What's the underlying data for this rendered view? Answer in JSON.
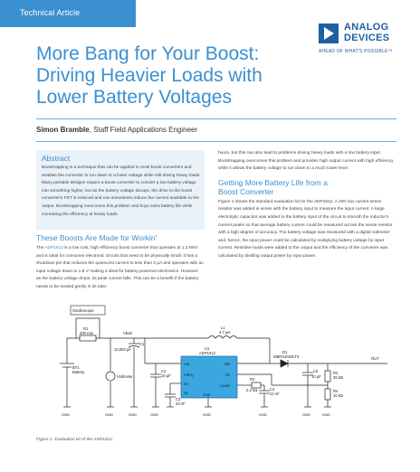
{
  "header": {
    "label": "Technical Article"
  },
  "logo": {
    "line1": "ANALOG",
    "line2": "DEVICES",
    "tagline": "AHEAD OF WHAT'S POSSIBLE™"
  },
  "article": {
    "title_line1": "More Bang for Your Boost:",
    "title_line2": "Driving Heavier Loads with",
    "title_line3": "Lower Battery Voltages",
    "author_name": "Simon Bramble",
    "author_role": ", Staff Field Applications Engineer"
  },
  "abstract": {
    "heading": "Abstract",
    "body": "Bootstrapping is a technique that can be applied to most boost converters and enables the converter to run down to a lower voltage while still driving heavy loads. Many portable designs require a boost converter to convert a low battery voltage into something higher, but as the battery voltage decays, the drive to the boost converter's FET is reduced and can sometimes reduce the current available to the output. Bootstrapping overcomes this problem and buys extra battery life while increasing the efficiency at heavy loads."
  },
  "section1": {
    "heading": "These Boosts Are Made for Workin'",
    "part_link": "ADP1612",
    "body": " is a low cost, high efficiency boost converter that operates at 1.3 MHz and is ideal for consumer electronic circuits that need to be physically small. It has a shutdown pin that reduces the quiescent current to less than 2 µA and operates with an input voltage down to 1.8 V making it ideal for battery-powered electronics. However, as the battery voltage drops, its peak current falls. This can be a benefit if the battery needs to be treated gently in its later",
    "lead": "The "
  },
  "col2": {
    "continuation": "hours, but this can also lead to problems driving heavy loads with a low battery input. Bootstrapping overcomes this problem and provides high output current with high efficiency while it allows the battery voltage to run down to a much lower level.",
    "heading_line1": "Getting More Battery Life from a",
    "heading_line2": "Boost Converter",
    "body": "Figure 1 shows the standard evaluation kit for the ADP1612. A 200 mΩ current sense resistor was added in series with the battery input to measure the input current. A large electrolytic capacitor was added to the battery input of the circuit to smooth the inductor's current peaks so that average battery current could be measured across the sense resistor with a high degree of accuracy. The battery voltage was measured with a digital voltmeter and, hence, the input power could be calculated by multiplying battery voltage by input current. Resistive loads were added to the output and the efficiency of the converter was calculated by dividing output power by input power."
  },
  "figure": {
    "caption": "Figure 1. Evaluation kit of the ADP1612.",
    "labels": {
      "oscilloscope": "Oscilloscope",
      "r1": "R1",
      "r1_val": "200 mΩ",
      "vbatt": "Vbatt",
      "c1": "C1",
      "c1_val": "10,000 µF",
      "bt1": "BT1",
      "battery": "Battery",
      "voltmeter": "Voltmeter",
      "l1": "L1",
      "l1_val": "4.7 µH",
      "u1": "U1",
      "adp": "ADP1612",
      "c2": "C2",
      "c2_val": "10 µF",
      "c3": "C3",
      "c3_val": "33 nF",
      "d1": "D1",
      "d1_val": "MBRS2040LT3",
      "c6": "C6",
      "c6_val": "10 µF",
      "r3": "R3",
      "r3_val": "36 kΩ",
      "r4": "R4",
      "r4_val": "10 kΩ",
      "r2": "R2",
      "r2_val": "2.2 kΩ",
      "c4": "C4",
      "c4_val": "12 nF",
      "out": "OUT",
      "pin_vin": "VIN",
      "pin_freq": "FREQ",
      "pin_en": "EN",
      "pin_ss": "SS",
      "pin_sw": "SW",
      "pin_fb": "FB",
      "pin_comp": "COMP",
      "pin_gnd": "GND",
      "gnd": "GND"
    }
  },
  "colors": {
    "accent": "#3a8fd0",
    "brand": "#1f5fa3",
    "abstract_bg": "#e9f1f9"
  }
}
